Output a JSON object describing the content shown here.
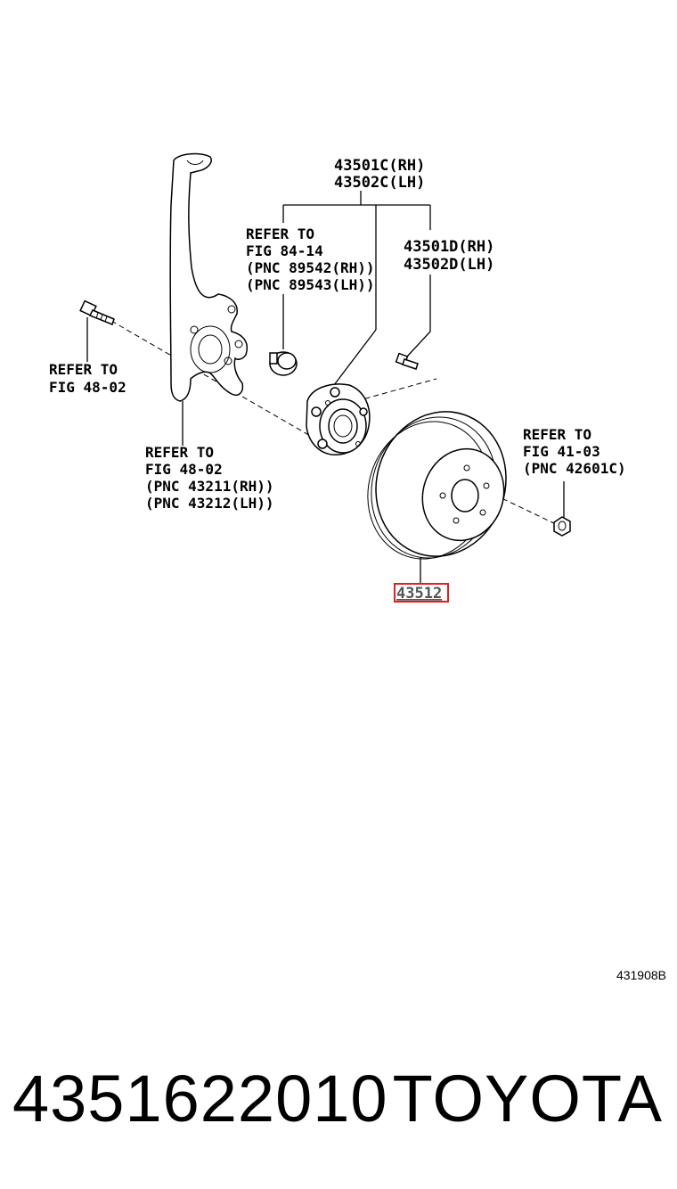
{
  "callouts": {
    "hub_rh": "43501C(RH)",
    "hub_lh": "43502C(LH)",
    "hub_d_rh": "43501D(RH)",
    "hub_d_lh": "43502D(LH)",
    "sensor_refer": "REFER TO",
    "sensor_fig": "FIG 84-14",
    "sensor_pnc_rh": "(PNC 89542(RH))",
    "sensor_pnc_lh": "(PNC 89543(LH))",
    "bolt_refer": "REFER TO",
    "bolt_fig": "FIG 48-02",
    "knuckle_refer": "REFER TO",
    "knuckle_fig": "FIG 48-02",
    "knuckle_pnc_rh": "(PNC 43211(RH))",
    "knuckle_pnc_lh": "(PNC 43212(LH))",
    "nut_refer": "REFER TO",
    "nut_fig": "FIG 41-03",
    "nut_pnc": "(PNC 42601C)",
    "disc": "43512"
  },
  "highlight_color": "#e02020",
  "figure_code": "431908B",
  "footer": {
    "part_number": "4351622010",
    "brand": "TOYOTA"
  }
}
